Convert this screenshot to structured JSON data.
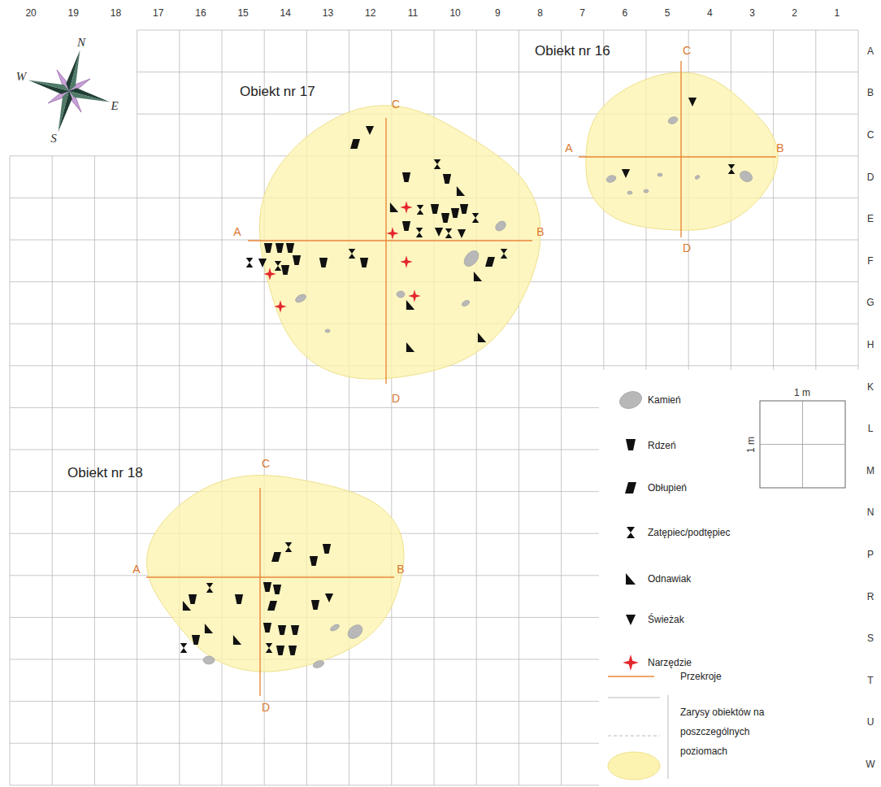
{
  "diagram": {
    "nodes": [
      {
        "text": [
          "Obiekt nr 16"
        ]
      },
      {
        "text": [
          "Obiekt nr 17"
        ]
      },
      {
        "text": [
          "Obiekt nr 18"
        ]
      }
    ],
    "labels": [
      "N",
      "W",
      "E",
      "S",
      "20",
      "19",
      "18",
      "17",
      "16",
      "15",
      "14",
      "13",
      "12",
      "11",
      "10",
      "9",
      "8",
      "7",
      "6",
      "5",
      "4",
      "3",
      "2",
      "1",
      "A",
      "B",
      "C",
      "D",
      "E",
      "F",
      "G",
      "H",
      "K",
      "L",
      "M",
      "N",
      "P",
      "R",
      "S",
      "T",
      "U",
      "W",
      "C",
      "A",
      "B",
      "D",
      "C",
      "A",
      "B",
      "D",
      "C",
      "A",
      "B",
      "D",
      "1 m",
      "1 m"
    ],
    "legend": [
      {
        "text": "Kamień"
      },
      {
        "text": "Rdzeń"
      },
      {
        "text": "Obłupień"
      },
      {
        "text": "Zatępiec/podtępiec"
      },
      {
        "text": "Odnawiak"
      },
      {
        "text": "Świeżak"
      },
      {
        "text": "Narzędzie"
      },
      {
        "text": "Przekroje"
      },
      {
        "text": "Zarysy obiektów na poszczególnych poziomach",
        "color": "#fdf3b0"
      }
    ]
  }
}
